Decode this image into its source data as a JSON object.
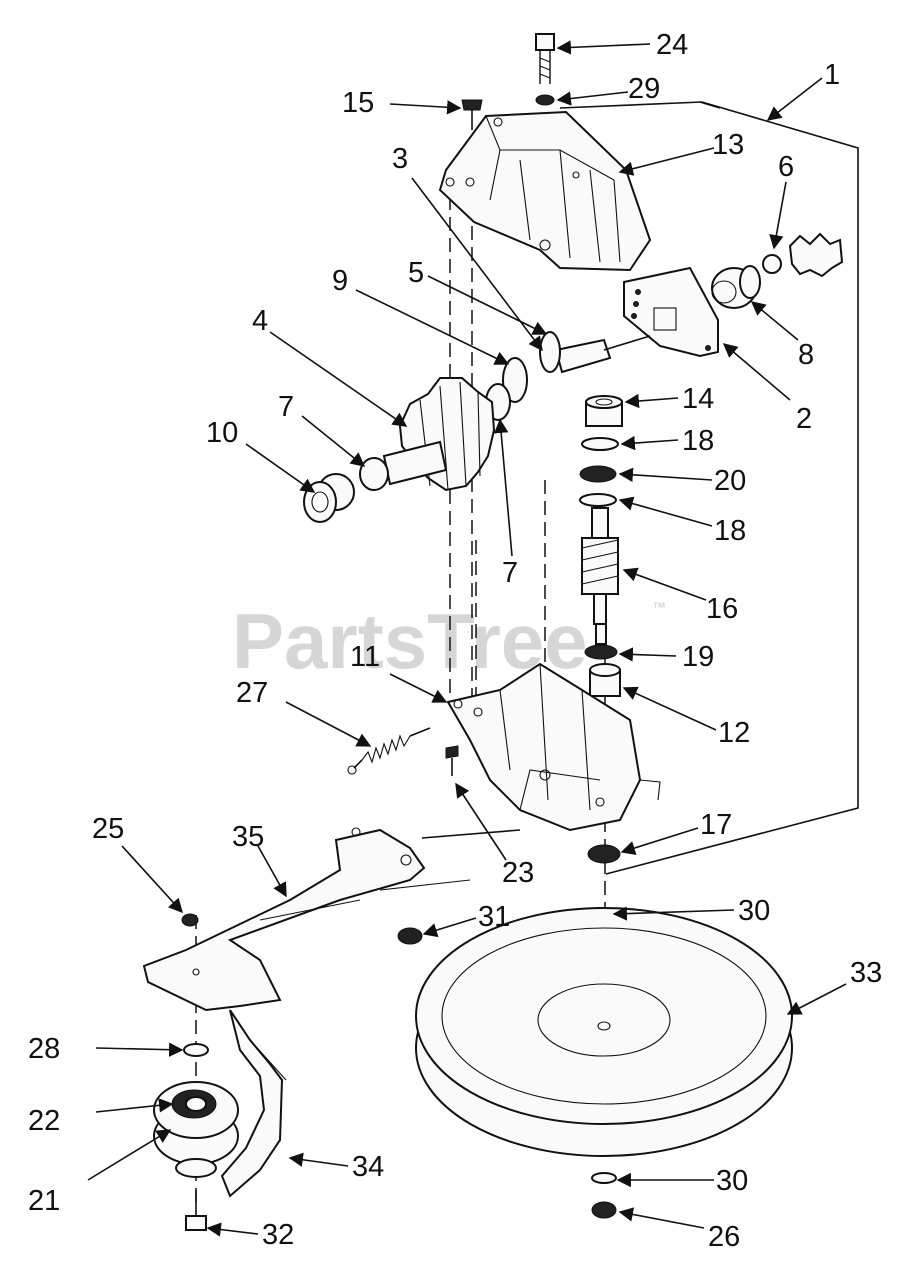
{
  "watermark": "PartsTree",
  "trademark": "™",
  "callouts": {
    "p1": "1",
    "p2": "2",
    "p3": "3",
    "p4": "4",
    "p5": "5",
    "p6": "6",
    "p7a": "7",
    "p7b": "7",
    "p8": "8",
    "p9": "9",
    "p10": "10",
    "p11": "11",
    "p12": "12",
    "p13": "13",
    "p14": "14",
    "p15": "15",
    "p16": "16",
    "p17": "17",
    "p18a": "18",
    "p18b": "18",
    "p19": "19",
    "p20": "20",
    "p21": "21",
    "p22": "22",
    "p23": "23",
    "p24": "24",
    "p25": "25",
    "p26": "26",
    "p27": "27",
    "p28": "28",
    "p29": "29",
    "p30a": "30",
    "p30b": "30",
    "p31": "31",
    "p32": "32",
    "p33": "33",
    "p34": "34",
    "p35": "35"
  }
}
